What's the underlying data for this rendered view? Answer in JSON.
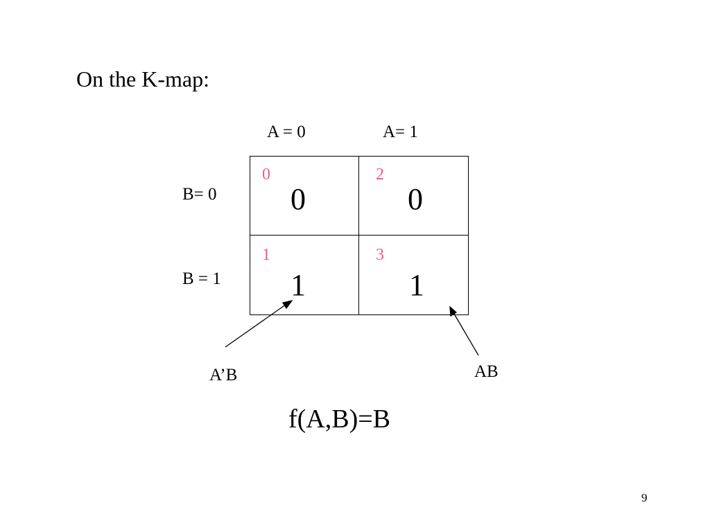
{
  "slide": {
    "title": "On the K-map:",
    "page_number": "9",
    "index_color": "#e8608a"
  },
  "kmap": {
    "column_labels": [
      "A = 0",
      "A= 1"
    ],
    "row_labels": [
      "B= 0",
      "B = 1"
    ],
    "cells": [
      {
        "index": "0",
        "value": "0"
      },
      {
        "index": "2",
        "value": "0"
      },
      {
        "index": "1",
        "value": "1"
      },
      {
        "index": "3",
        "value": "1"
      }
    ]
  },
  "annotations": {
    "left_term": "A’B",
    "right_term": "AB"
  },
  "function": "f(A,B)=B"
}
